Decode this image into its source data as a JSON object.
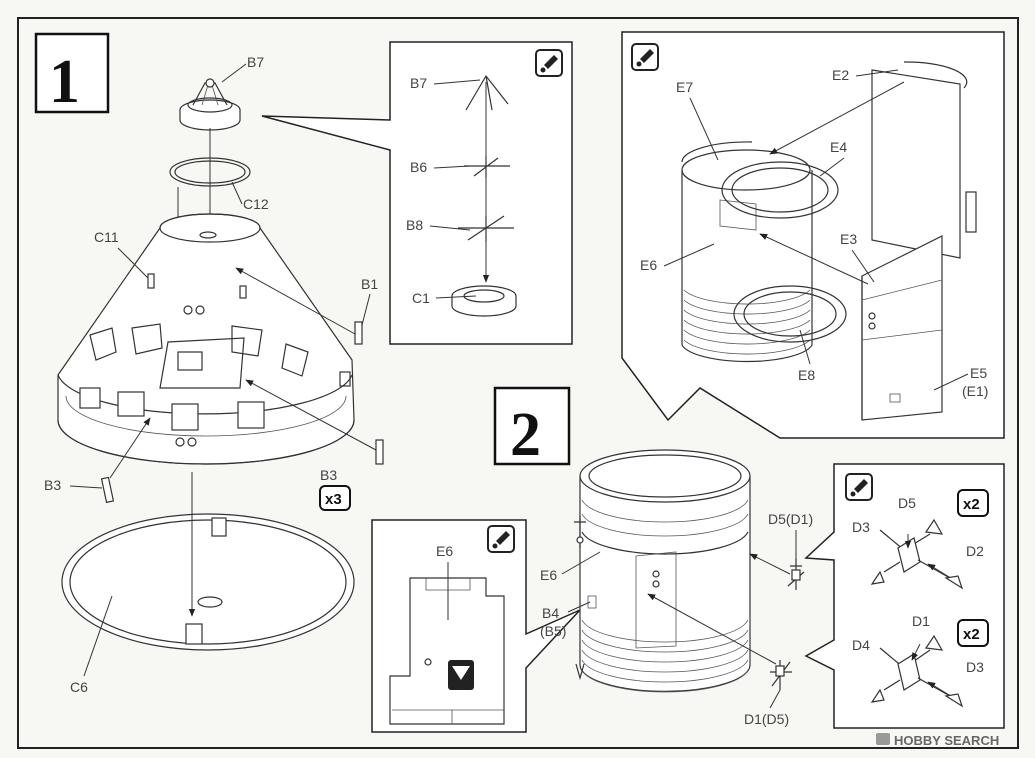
{
  "steps": {
    "step1": "1",
    "step2": "2"
  },
  "labels": {
    "b7": "B7",
    "c12": "C12",
    "c11": "C11",
    "b1": "B1",
    "b3_left": "B3",
    "b3_right": "B3",
    "c6": "C6",
    "d_b7": "B7",
    "d_b6": "B6",
    "d_b8": "B8",
    "d_c1": "C1",
    "e2": "E2",
    "e7": "E7",
    "e4": "E4",
    "e3": "E3",
    "e6_top": "E6",
    "e8": "E8",
    "e5": "E5",
    "e1": "(E1)",
    "e6_detail": "E6",
    "e6_main": "E6",
    "b4": "B4",
    "b5": "(B5)",
    "d5d1": "D5(D1)",
    "d1d5": "D1(D5)",
    "r_d3a": "D3",
    "r_d5": "D5",
    "r_d2": "D2",
    "r_d4": "D4",
    "r_d1": "D1",
    "r_d3b": "D3"
  },
  "badges": {
    "x3": "x3",
    "x2a": "x2",
    "x2b": "x2"
  },
  "icons": [
    "glue-icon",
    "glue-icon",
    "glue-icon",
    "glue-icon"
  ],
  "watermark": {
    "brand": "HOBBY SEARCH"
  }
}
